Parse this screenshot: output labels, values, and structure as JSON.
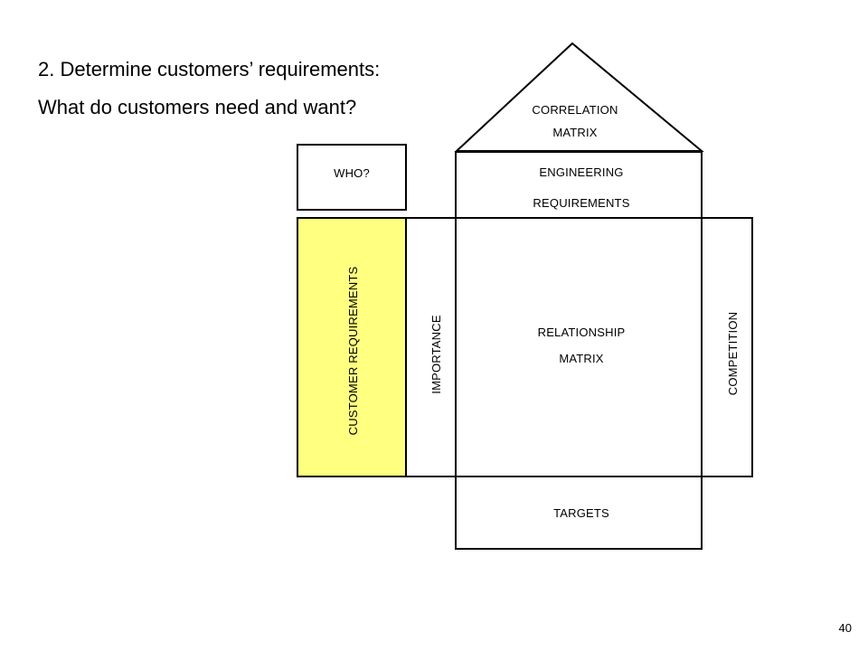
{
  "heading": {
    "line1": "2. Determine customers’ requirements:",
    "line2": "What do customers need and want?"
  },
  "house": {
    "roof": {
      "line1": "CORRELATION",
      "line2": "MATRIX"
    },
    "who": "WHO?",
    "engineering": {
      "line1": "ENGINEERING",
      "line2": "REQUIREMENTS"
    },
    "customer_requirements": "CUSTOMER REQUIREMENTS",
    "importance": "IMPORTANCE",
    "relationship": {
      "line1": "RELATIONSHIP",
      "line2": "MATRIX"
    },
    "competition": "COMPETITION",
    "targets": "TARGETS"
  },
  "colors": {
    "highlight": "#ffff80",
    "line": "#000000",
    "background": "#ffffff"
  },
  "page_number": "40"
}
